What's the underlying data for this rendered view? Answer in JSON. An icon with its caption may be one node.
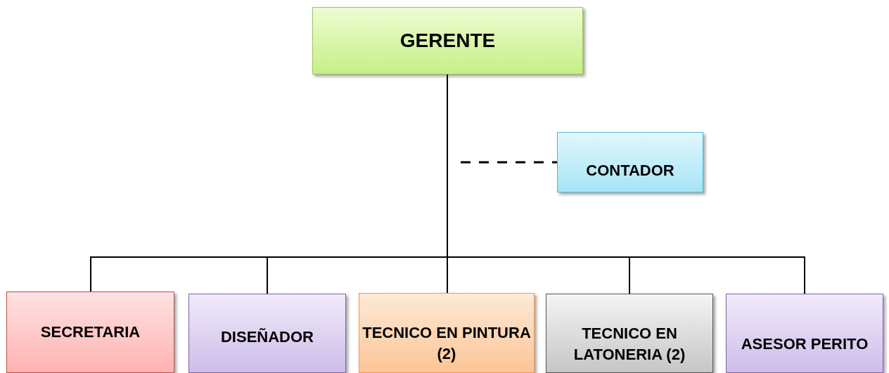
{
  "diagram": {
    "nodes": [
      {
        "text": [
          "GERENTE"
        ]
      },
      {
        "text": [
          "CONTADOR"
        ]
      },
      {
        "text": [
          "SECRETARIA"
        ]
      },
      {
        "text": [
          "DISEÑADOR"
        ]
      },
      {
        "text": [
          "TECNICO EN PINTURA (2)"
        ]
      },
      {
        "text": [
          "TECNICO EN LATONERIA (2)"
        ]
      },
      {
        "text": [
          "ASESOR PERITO"
        ]
      }
    ],
    "edges": [
      {
        "from": null,
        "to": 1,
        "arrow": "none",
        "style": "dashed"
      },
      {
        "from": 0,
        "to": 2,
        "arrow": "none"
      },
      {
        "from": 0,
        "to": 3,
        "arrow": "none"
      },
      {
        "from": 0,
        "to": 4,
        "arrow": "none"
      },
      {
        "from": 0,
        "to": 5,
        "arrow": "none"
      },
      {
        "from": 0,
        "to": 6,
        "arrow": "none"
      }
    ]
  }
}
